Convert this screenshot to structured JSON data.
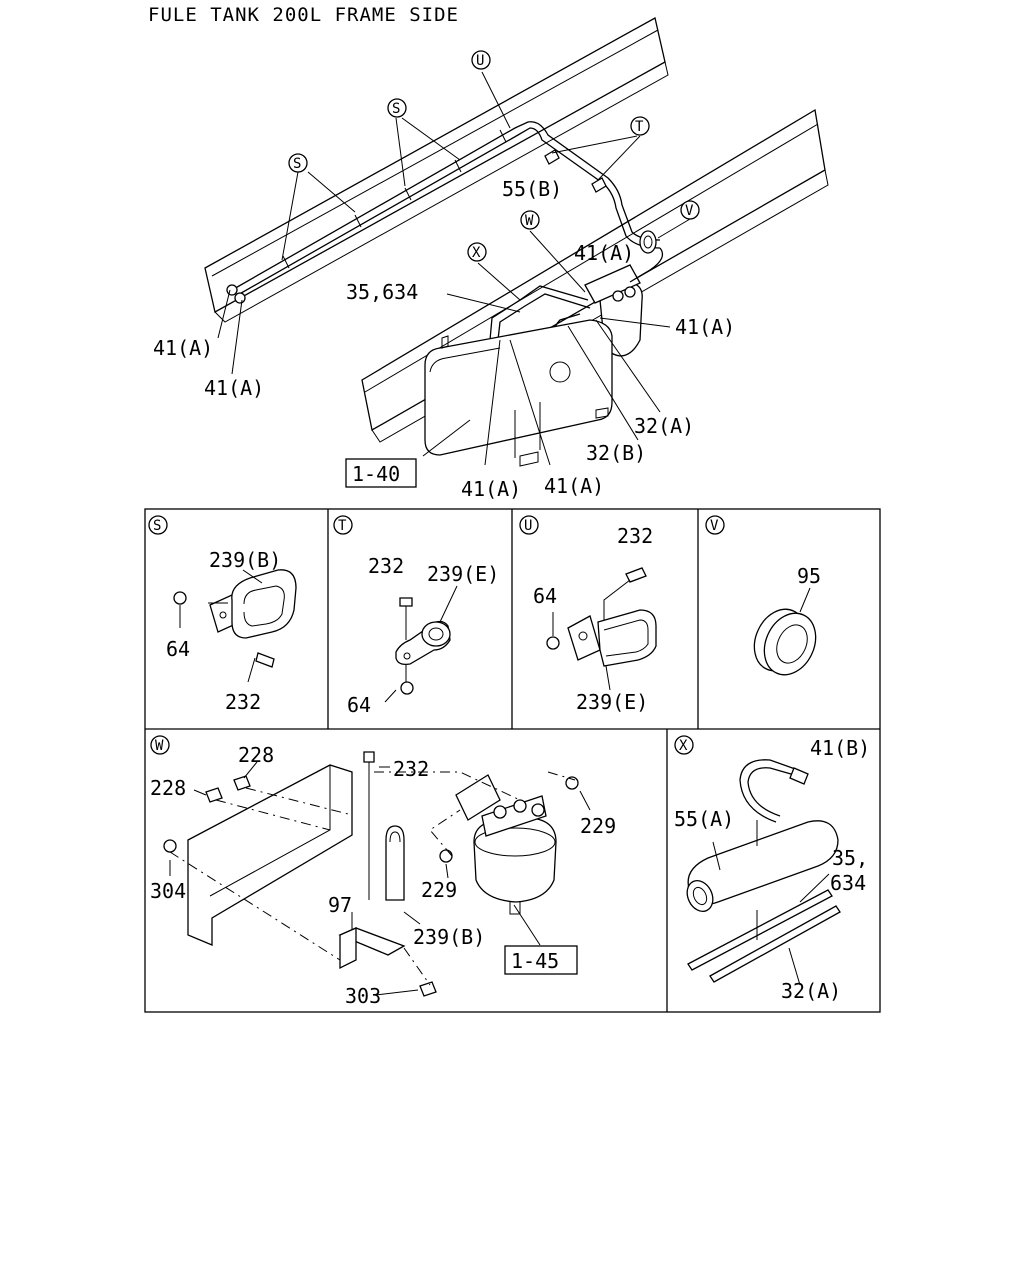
{
  "title": "FULE TANK 200L FRAME SIDE",
  "overview": {
    "callouts": {
      "S": "S",
      "T": "T",
      "U": "U",
      "V": "V",
      "W": "W",
      "X": "X"
    },
    "labels": {
      "l_55b": "55(B)",
      "l_35_634": "35,634",
      "l_41a_1": "41(A)",
      "l_41a_2": "41(A)",
      "l_41a_3": "41(A)",
      "l_41a_4": "41(A)",
      "l_41a_5": "41(A)",
      "l_41a_6": "41(A)",
      "l_32a": "32(A)",
      "l_32b": "32(B)",
      "ref_1_40": "1-40"
    }
  },
  "details": {
    "S": {
      "tag": "S",
      "labels": {
        "a": "239(B)",
        "b": "64",
        "c": "232"
      }
    },
    "T": {
      "tag": "T",
      "labels": {
        "a": "232",
        "b": "239(E)",
        "c": "64"
      }
    },
    "U": {
      "tag": "U",
      "labels": {
        "a": "232",
        "b": "64",
        "c": "239(E)"
      }
    },
    "V": {
      "tag": "V",
      "labels": {
        "a": "95"
      }
    },
    "W": {
      "tag": "W",
      "labels": {
        "a": "228",
        "b": "228",
        "c": "232",
        "d": "229",
        "e": "229",
        "f": "304",
        "g": "97",
        "h": "239(B)",
        "i": "303",
        "ref": "1-45"
      }
    },
    "X": {
      "tag": "X",
      "labels": {
        "a": "41(B)",
        "b": "55(A)",
        "c1": "35,",
        "c2": "634",
        "d": "32(A)"
      }
    }
  }
}
